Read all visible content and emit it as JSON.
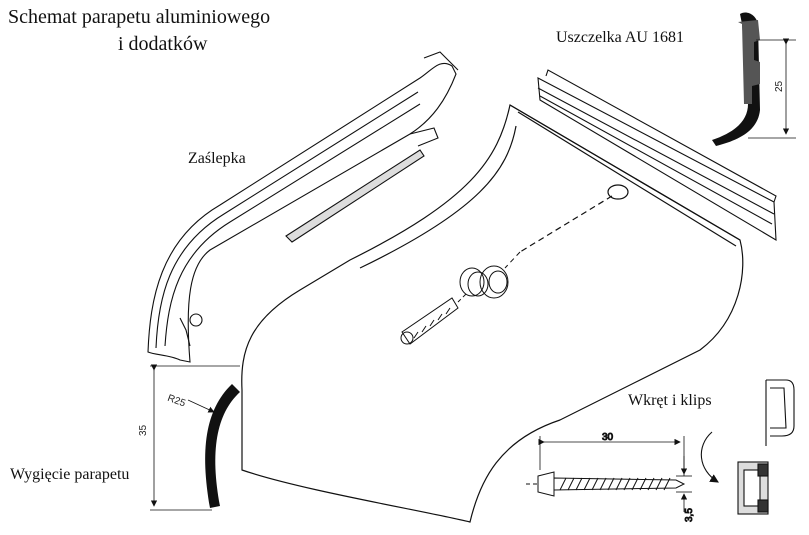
{
  "title": {
    "line1": "Schemat parapetu aluminiowego",
    "line2": "i dodatków"
  },
  "labels": {
    "end_cap": "Zaślepka",
    "gasket": "Uszczelka AU 1681",
    "bend": "Wygięcie parapetu",
    "screw_clip": "Wkręt i klips"
  },
  "dimensions": {
    "bend_radius": "R25",
    "bend_height": "35",
    "gasket_height": "25",
    "screw_length": "30",
    "screw_diameter": "3,5"
  },
  "colors": {
    "line": "#111111",
    "profile_fill": "#1a1a1a",
    "gasket_fill": "#3a3a3a"
  }
}
